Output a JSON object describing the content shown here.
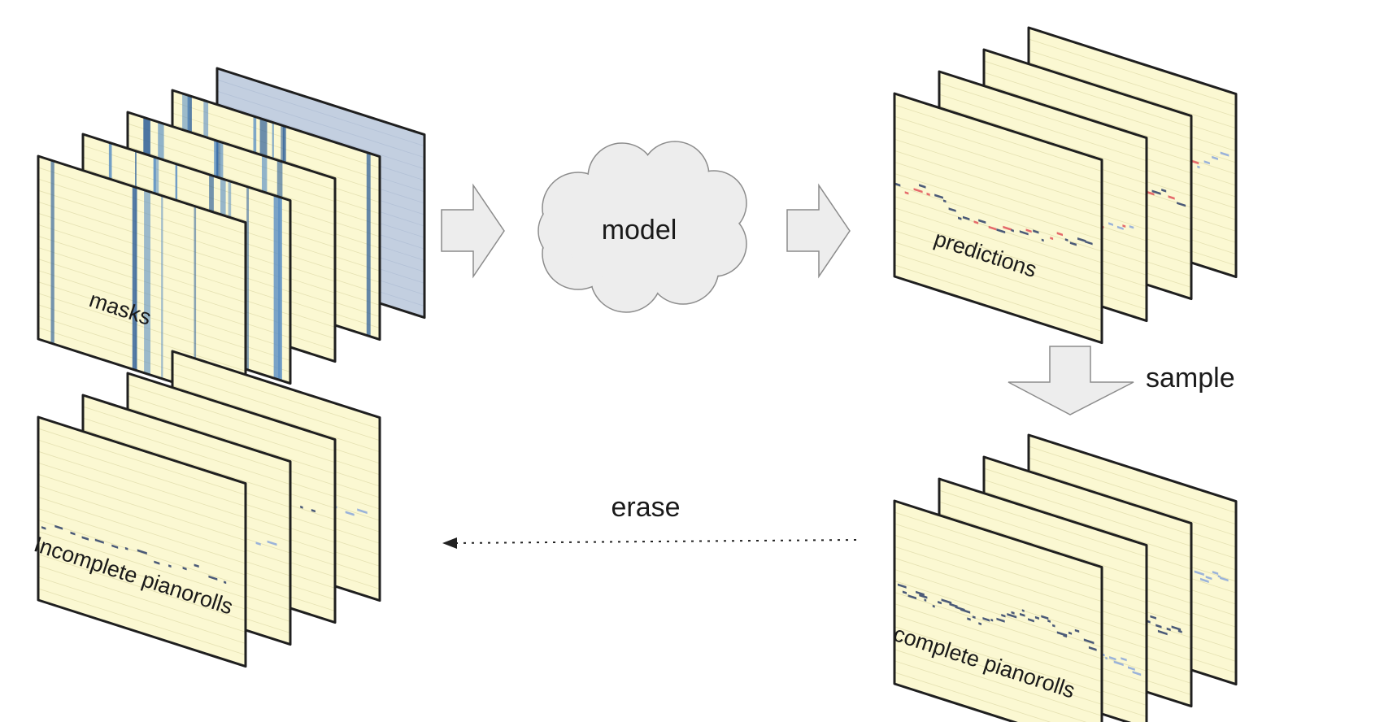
{
  "labels": {
    "masks": "masks",
    "model": "model",
    "predictions": "predictions",
    "sample": "sample",
    "complete_pianorolls": "complete pianorolls",
    "erase": "erase",
    "incomplete_pianorolls": "Incomplete pianorolls"
  },
  "colors": {
    "paper": "#fbf8d2",
    "paper_line": "#e5e1b2",
    "mask_fill": "#c3cfe0",
    "mask_stripe": "#5b8fc4",
    "mask_stripe_dark": "#2e5f99",
    "note_dark": "#4b5a78",
    "note_light": "#9bb3d9",
    "note_red": "#e56b6b",
    "arrow_fill": "#ededed",
    "arrow_stroke": "#8c8c8c",
    "border": "#1f1f1f"
  },
  "icons": [
    "right-arrow-icon",
    "cloud-icon",
    "down-arrow-icon",
    "dotted-left-arrow-icon"
  ]
}
